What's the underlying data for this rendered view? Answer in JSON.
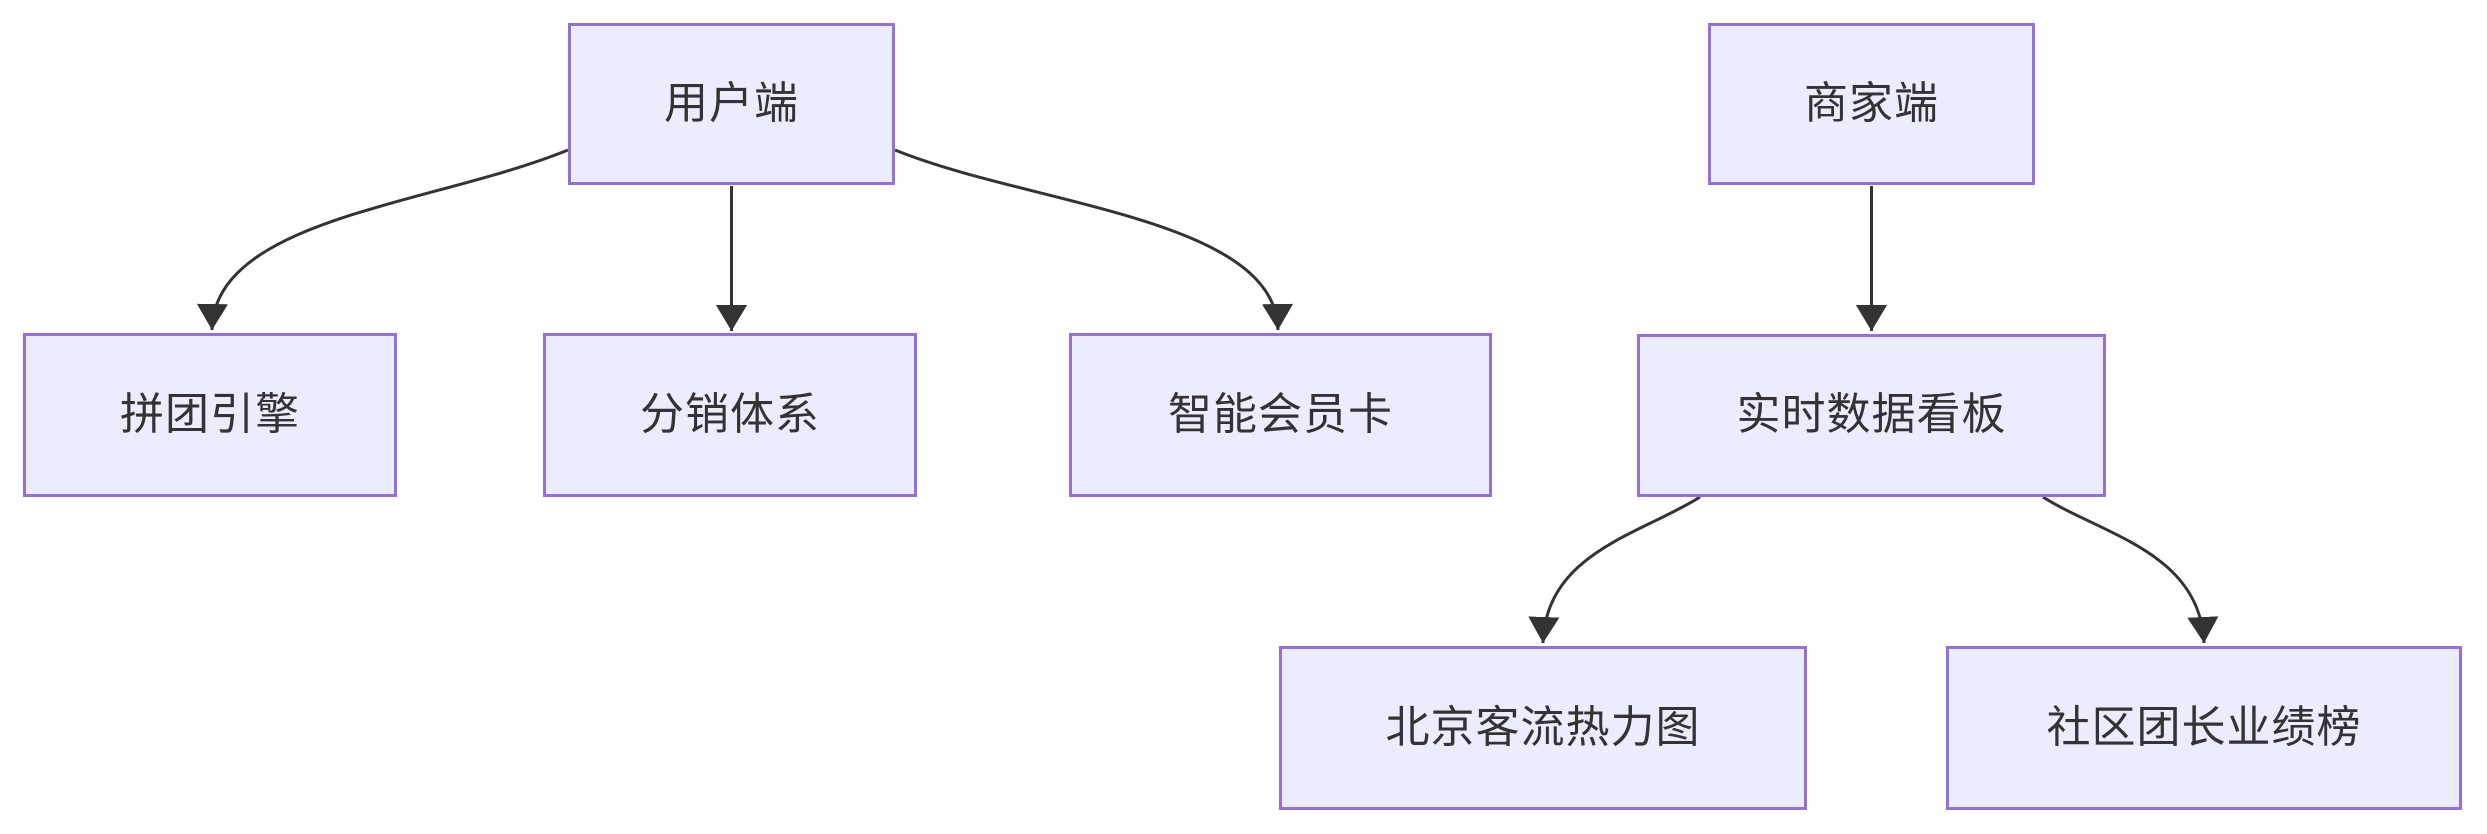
{
  "diagram": {
    "kind": "flowchart",
    "colors": {
      "node_fill": "#ECECFF",
      "node_border": "#9370DB",
      "edge_stroke": "#333333",
      "text": "#333333",
      "background": "#FFFFFF"
    },
    "nodes": [
      {
        "id": "user",
        "label": "用户端"
      },
      {
        "id": "group_buy",
        "label": "拼团引擎"
      },
      {
        "id": "distribution",
        "label": "分销体系"
      },
      {
        "id": "member_card",
        "label": "智能会员卡"
      },
      {
        "id": "merchant",
        "label": "商家端"
      },
      {
        "id": "dashboard",
        "label": "实时数据看板"
      },
      {
        "id": "heatmap",
        "label": "北京客流热力图"
      },
      {
        "id": "leaderboard",
        "label": "社区团长业绩榜"
      }
    ],
    "edges": [
      {
        "from": "user",
        "to": "group_buy",
        "arrow": "triangle"
      },
      {
        "from": "user",
        "to": "distribution",
        "arrow": "triangle"
      },
      {
        "from": "user",
        "to": "member_card",
        "arrow": "triangle"
      },
      {
        "from": "merchant",
        "to": "dashboard",
        "arrow": "triangle"
      },
      {
        "from": "dashboard",
        "to": "heatmap",
        "arrow": "triangle"
      },
      {
        "from": "dashboard",
        "to": "leaderboard",
        "arrow": "triangle"
      }
    ]
  }
}
